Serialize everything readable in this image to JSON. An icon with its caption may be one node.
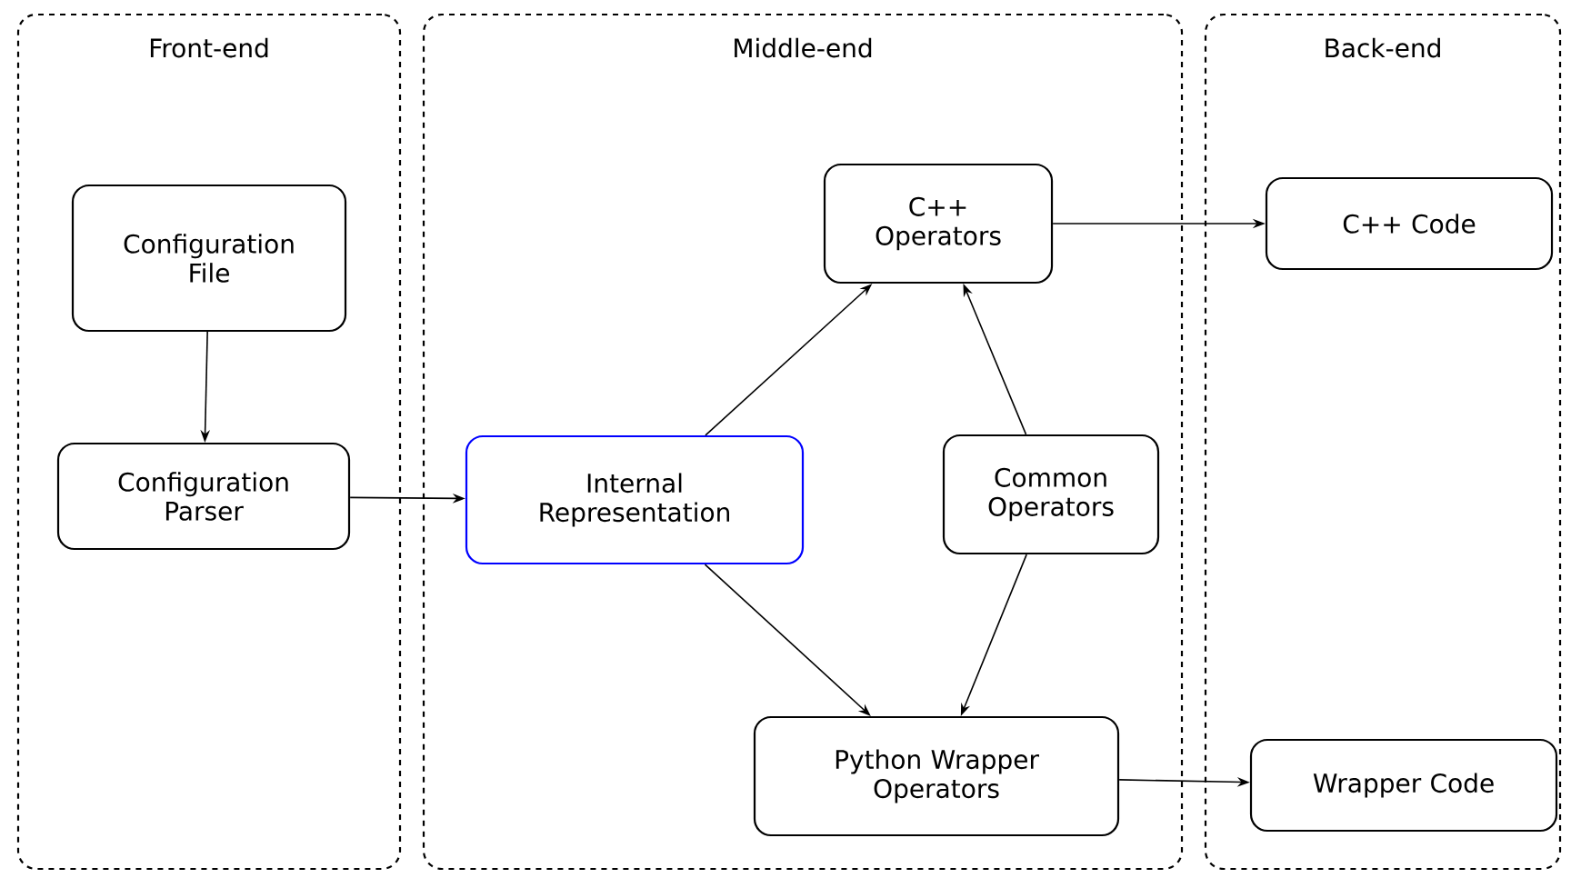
{
  "diagram": {
    "nodes": [
      {
        "text": [
          "Front-end"
        ]
      },
      {
        "text": [
          "Middle-end"
        ]
      },
      {
        "text": [
          "Back-end"
        ]
      },
      {
        "text": [
          "Configuration File"
        ],
        "in": 0
      },
      {
        "text": [
          "Configuration Parser"
        ],
        "in": 0
      },
      {
        "text": [
          "Internal Representation"
        ],
        "in": 1
      },
      {
        "text": [
          "C++ Operators"
        ],
        "in": 1
      },
      {
        "text": [
          "Common Operators"
        ],
        "in": 1
      },
      {
        "text": [
          "Python Wrapper Operators"
        ],
        "in": 1
      },
      {
        "text": [
          "C++ Code"
        ],
        "in": 2
      },
      {
        "text": [
          "Wrapper Code"
        ],
        "in": 2
      }
    ],
    "edges": [
      {
        "from": 3,
        "to": 4,
        "arrow": "to"
      },
      {
        "from": 4,
        "to": 5,
        "arrow": "to"
      },
      {
        "from": 5,
        "to": 6,
        "arrow": "to"
      },
      {
        "from": 5,
        "to": 8,
        "arrow": "to"
      },
      {
        "from": 7,
        "to": 6,
        "arrow": "to"
      },
      {
        "from": 7,
        "to": 8,
        "arrow": "to"
      },
      {
        "from": 6,
        "to": 9,
        "arrow": "to"
      },
      {
        "from": 8,
        "to": 10,
        "arrow": "to"
      }
    ]
  }
}
